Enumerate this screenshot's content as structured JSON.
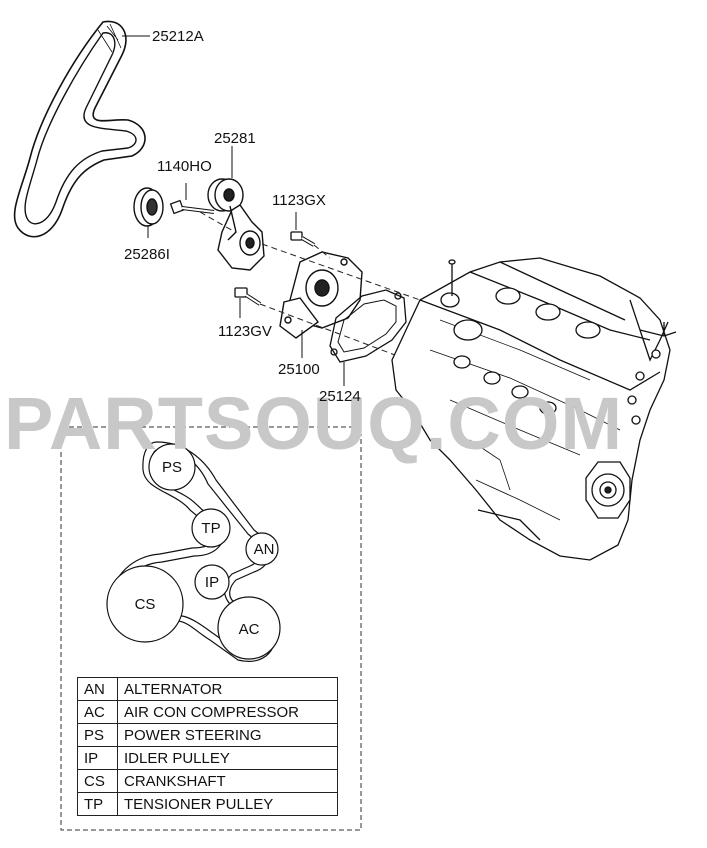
{
  "watermark": "PARTSOUQ.COM",
  "part_labels": {
    "belt": "25212A",
    "tensioner": "25281",
    "bolt_ho": "1140HO",
    "idler": "25286I",
    "bolt_gx": "1123GX",
    "bolt_gv": "1123GV",
    "water_pump": "25100",
    "gasket": "25124"
  },
  "pulleys": {
    "ps": "PS",
    "tp": "TP",
    "an": "AN",
    "ip": "IP",
    "cs": "CS",
    "ac": "AC"
  },
  "legend": [
    {
      "code": "AN",
      "desc": "ALTERNATOR"
    },
    {
      "code": "AC",
      "desc": "AIR CON COMPRESSOR"
    },
    {
      "code": "PS",
      "desc": "POWER STEERING"
    },
    {
      "code": "IP",
      "desc": "IDLER PULLEY"
    },
    {
      "code": "CS",
      "desc": "CRANKSHAFT"
    },
    {
      "code": "TP",
      "desc": "TENSIONER PULLEY"
    }
  ]
}
